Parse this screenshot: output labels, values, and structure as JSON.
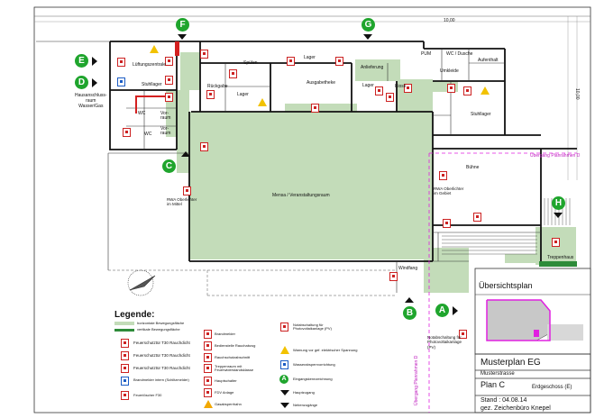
{
  "dimension": "10,00",
  "dimension_right": "10,00",
  "entrances": [
    "E",
    "D",
    "F",
    "G",
    "C",
    "H",
    "B",
    "A"
  ],
  "rooms": {
    "lueftungszentrale": "Lüftungszentrale",
    "stuhllager": "Stuhllager",
    "hausanschluss": "Hausanschluss-\nraum\nWasser/Gas",
    "wc1": "WC",
    "vorraum1": "Vor-\nraum",
    "wc2": "WC",
    "vorraum2": "Vor-\nraum",
    "spuelen": "Spülen",
    "lager1": "Lager",
    "kuechen": "Rückgabe",
    "lager2": "Lager",
    "ausgabetheke": "Ausgabetheke",
    "kiosk": "Kiosk",
    "lager3": "Lager",
    "anlieferung": "Anlieferung",
    "putz": "PUM",
    "wc_dusche": "WC / Dusche",
    "umkleide": "Umkleide",
    "aufenthalt": "Aufenthalt",
    "stuhllager2": "Stuhllager",
    "mensa": "Mensa / Veranstaltungsraum",
    "buehne": "Bühne",
    "windfang": "Windfang",
    "treppenhaus": "Treppenhaus",
    "rwa_left": "RWA Oberlichter\nim Mittel",
    "rwa_right": "RWA Oberlichter\nim Gebiet",
    "nota_text": "Notabschaltung für\nPhotovoltaikanlage\n(PV)",
    "uebergang_top": "Übergang Planrahmen D",
    "uebergang_side": "Übergang Planrahmen D"
  },
  "overview": {
    "title": "Übersichtsplan"
  },
  "legend": {
    "title": "Legende:",
    "items_col1": [
      "horizontale Bewegungsfläche",
      "vertikale Bewegungsfläche",
      "Feuerschutztür T30 Rauchdicht",
      "Feuerschutztür T30 Rauchdicht",
      "Feuerschutztür T30 Rauchdicht",
      "Brandmelder intern (Schiltzmelder)",
      "Feuerlöscher F30"
    ],
    "items_col2": [
      "Brandmelder",
      "Bedienstelle Rauchabzug",
      "Rauchschutzabschnitt",
      "Treppenraum mit Feuerwiderstandsklasse",
      "Hauptschalter",
      "FDV Anlage",
      "Gasabsperrhahn"
    ],
    "items_col3": [
      "Notabschaltung für Photovoltaikanlage (PV)",
      "Warnung vor gef. elektrischer Spannung",
      "Wasserabsperrvorrichtung",
      "Eingangskennzeichnung",
      "Hauptzugang",
      "Nebenzugänge"
    ]
  },
  "title_block": {
    "title": "Musterplan EG",
    "street": "Musterstrasse",
    "plan": "Plan  C",
    "floor": "Erdgeschoss (E)",
    "date": "Stand : 04.08.14",
    "drawn": "gez. Zeichenbüro Knepel"
  },
  "colors": {
    "green_fill": "#c3dcb9",
    "green_dark": "#2e8b3a",
    "red": "#d42020",
    "magenta": "#e020e0"
  }
}
